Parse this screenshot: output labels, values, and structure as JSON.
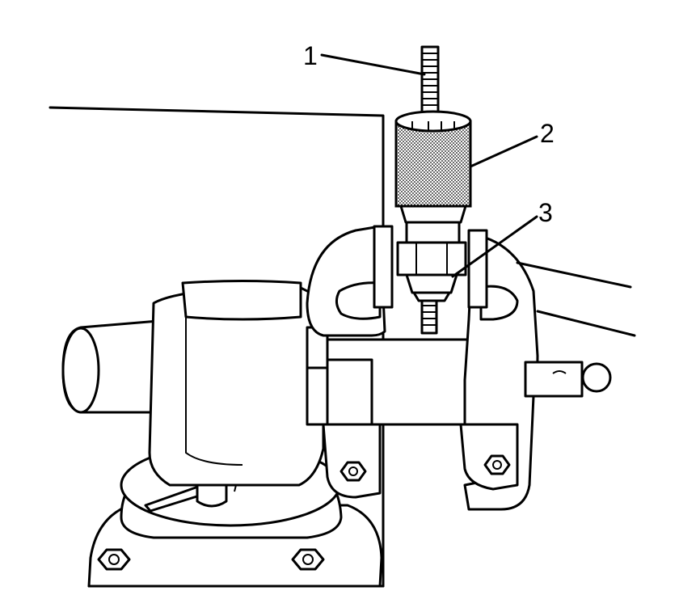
{
  "figure": {
    "callouts": [
      {
        "id": "1",
        "label": "1"
      },
      {
        "id": "2",
        "label": "2"
      },
      {
        "id": "3",
        "label": "3"
      }
    ],
    "ink_color": "#000000",
    "background_color": "#ffffff"
  }
}
